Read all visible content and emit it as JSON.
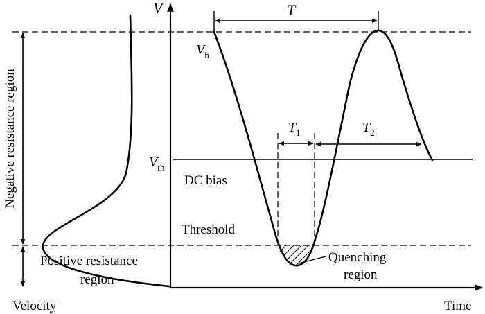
{
  "labels": {
    "v_axis": "V",
    "time_axis": "Time",
    "velocity": "Velocity",
    "period_T": "T",
    "v_h": "V",
    "v_h_sub": "h",
    "v_th": "V",
    "v_th_sub": "th",
    "t1": "T",
    "t1_sub": "1",
    "t2": "T",
    "t2_sub": "2",
    "dc_bias": "DC bias",
    "threshold": "Threshold",
    "quenching_line1": "Quenching",
    "quenching_line2": "region",
    "negative_region": "Negative resistance region",
    "positive_line1": "Positive resistance",
    "positive_line2": "region"
  },
  "colors": {
    "ink": "#000000",
    "background": "#ffffff"
  }
}
